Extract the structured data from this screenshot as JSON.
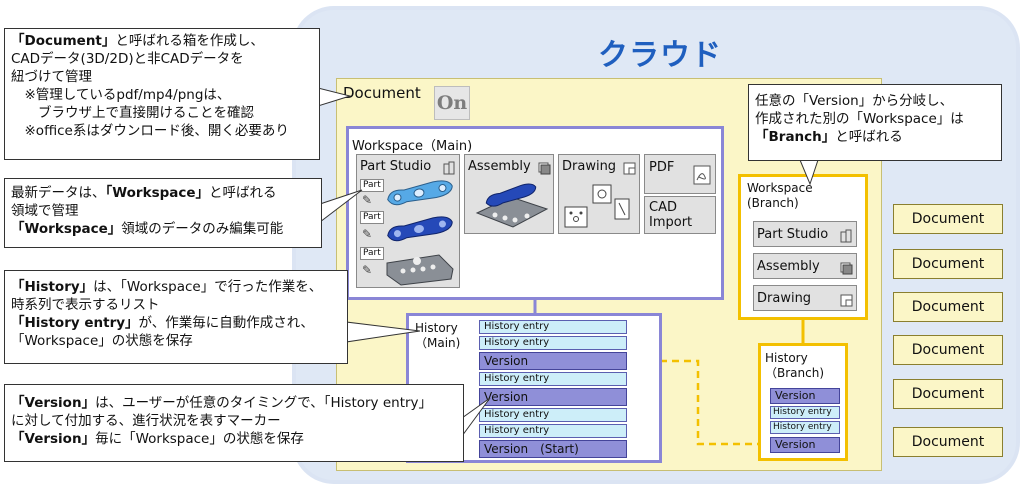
{
  "cloud": {
    "title": "クラウド"
  },
  "document": {
    "label": "Document",
    "icon_text": "On"
  },
  "workspace_main": {
    "label": "Workspace（Main)",
    "part_studio": {
      "label": "Part Studio",
      "chips": [
        "Part",
        "Part",
        "Part"
      ]
    },
    "assembly": {
      "label": "Assembly"
    },
    "drawing": {
      "label": "Drawing"
    },
    "pdf": {
      "label": "PDF"
    },
    "cad_import": {
      "label": "CAD Import"
    }
  },
  "workspace_branch": {
    "label_line1": "Workspace",
    "label_line2": "(Branch)",
    "items": [
      "Part Studio",
      "Assembly",
      "Drawing"
    ]
  },
  "history_main": {
    "label_line1": "History",
    "label_line2": "（Main)",
    "entries": [
      "History entry",
      "History entry",
      "Version",
      "History entry",
      "Version",
      "History entry",
      "History entry",
      "Version　(Start)"
    ]
  },
  "history_branch": {
    "label_line1": "History",
    "label_line2": "（Branch)",
    "entries": [
      "Version",
      "History entry",
      "History entry",
      "Version"
    ]
  },
  "external_documents": [
    "Document",
    "Document",
    "Document",
    "Document",
    "Document",
    "Document"
  ],
  "callouts": {
    "doc": [
      {
        "bold": "「Document」",
        "text": "と呼ばれる箱を作成し、"
      },
      {
        "bold": "",
        "text": "CADデータ(3D/2D)と非CADデータを"
      },
      {
        "bold": "",
        "text": "紐づけて管理"
      },
      {
        "bold": "",
        "text": "　※管理しているpdf/mp4/pngは、"
      },
      {
        "bold": "",
        "text": "　　ブラウザ上で直接開けることを確認"
      },
      {
        "bold": "",
        "text": "　※office系はダウンロード後、開く必要あり"
      }
    ],
    "workspace": [
      {
        "pre": "最新データは、",
        "bold": "「Workspace」",
        "text": "と呼ばれる"
      },
      {
        "pre": "領域で管理",
        "bold": "",
        "text": ""
      },
      {
        "pre": "",
        "bold": "「Workspace」",
        "text": "領域のデータのみ編集可能"
      }
    ],
    "history": [
      {
        "pre": "",
        "bold": "「History」",
        "text": "は、「Workspace」で行った作業を、"
      },
      {
        "pre": "時系列で表示するリスト",
        "bold": "",
        "text": ""
      },
      {
        "pre": "",
        "bold": "「History entry」",
        "text": "が、作業毎に自動作成され、"
      },
      {
        "pre": "「Workspace」の状態を保存",
        "bold": "",
        "text": ""
      }
    ],
    "version": [
      {
        "pre": "",
        "bold": "「Version」",
        "text": "は、ユーザーが任意のタイミングで、「History entry」"
      },
      {
        "pre": "に対して付加する、進行状況を表すマーカー",
        "bold": "",
        "text": ""
      },
      {
        "pre": "",
        "bold": "「Version」",
        "text": "毎に「Workspace」の状態を保存"
      }
    ],
    "branch": [
      {
        "pre": "任意の「Version」から分岐し、",
        "bold": "",
        "text": ""
      },
      {
        "pre": "作成された別の「Workspace」は",
        "bold": "",
        "text": ""
      },
      {
        "pre": "",
        "bold": "「Branch」",
        "text": "と呼ばれる"
      }
    ]
  }
}
